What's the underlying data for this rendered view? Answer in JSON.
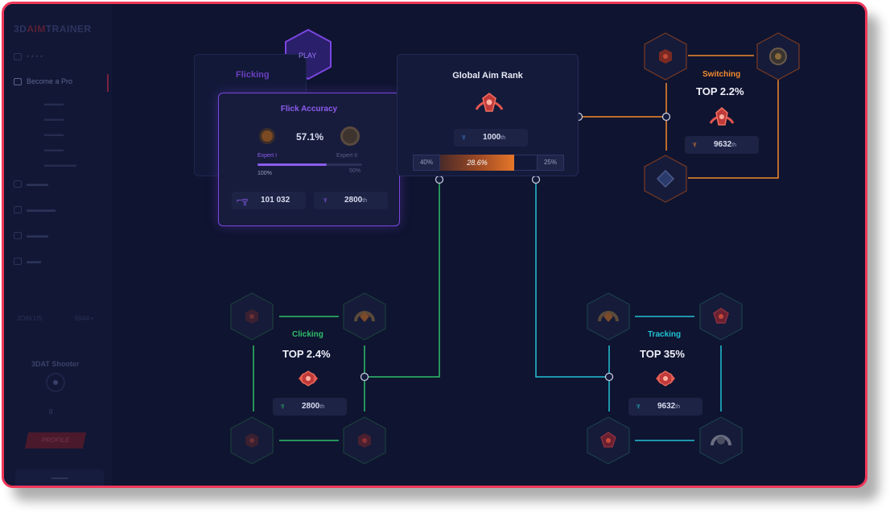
{
  "sidebar": {
    "logo_a": "3D",
    "logo_b": "AIM",
    "logo_c": "TRAINER",
    "active_item": "Become a Pro",
    "join_label": "JOIN US",
    "join_count": "5944 •",
    "shooter_title": "3DAT Shooter",
    "small_value": "0",
    "profile_button": "PROFILE"
  },
  "play": {
    "label": "PLAY"
  },
  "flicking": {
    "title": "Flicking",
    "card_title": "Flick Accuracy",
    "accuracy": "57.1%",
    "rank_current": "Expert I",
    "rank_next": "Expert II",
    "progress": 0.66,
    "progress_left": "100%",
    "progress_right": "50%",
    "shots": "101 032",
    "position": "2800",
    "position_suffix": "th"
  },
  "global": {
    "title": "Global Aim Rank",
    "position": "1000",
    "position_suffix": "th",
    "left_pct": "40%",
    "mid_pct": "28.6%",
    "right_pct": "25%"
  },
  "switching": {
    "title": "Switching",
    "top": "TOP 2.2%",
    "position": "9632",
    "position_suffix": "th",
    "color": "#f28a2e"
  },
  "clicking": {
    "title": "Clicking",
    "top": "TOP 2.4%",
    "position": "2800",
    "position_suffix": "th",
    "color": "#2fbf6a"
  },
  "tracking": {
    "title": "Tracking",
    "top": "TOP 35%",
    "position": "9632",
    "position_suffix": "th",
    "color": "#22c2d4"
  },
  "colors": {
    "frame_border": "#f0385a",
    "background": "#0f1430",
    "flick_accent": "#8d5cf0",
    "rank_red": "#e4564e"
  },
  "icons": {
    "trophy": "trophy-icon",
    "gun": "gun-icon",
    "rank_badge": "rank-badge-icon"
  }
}
